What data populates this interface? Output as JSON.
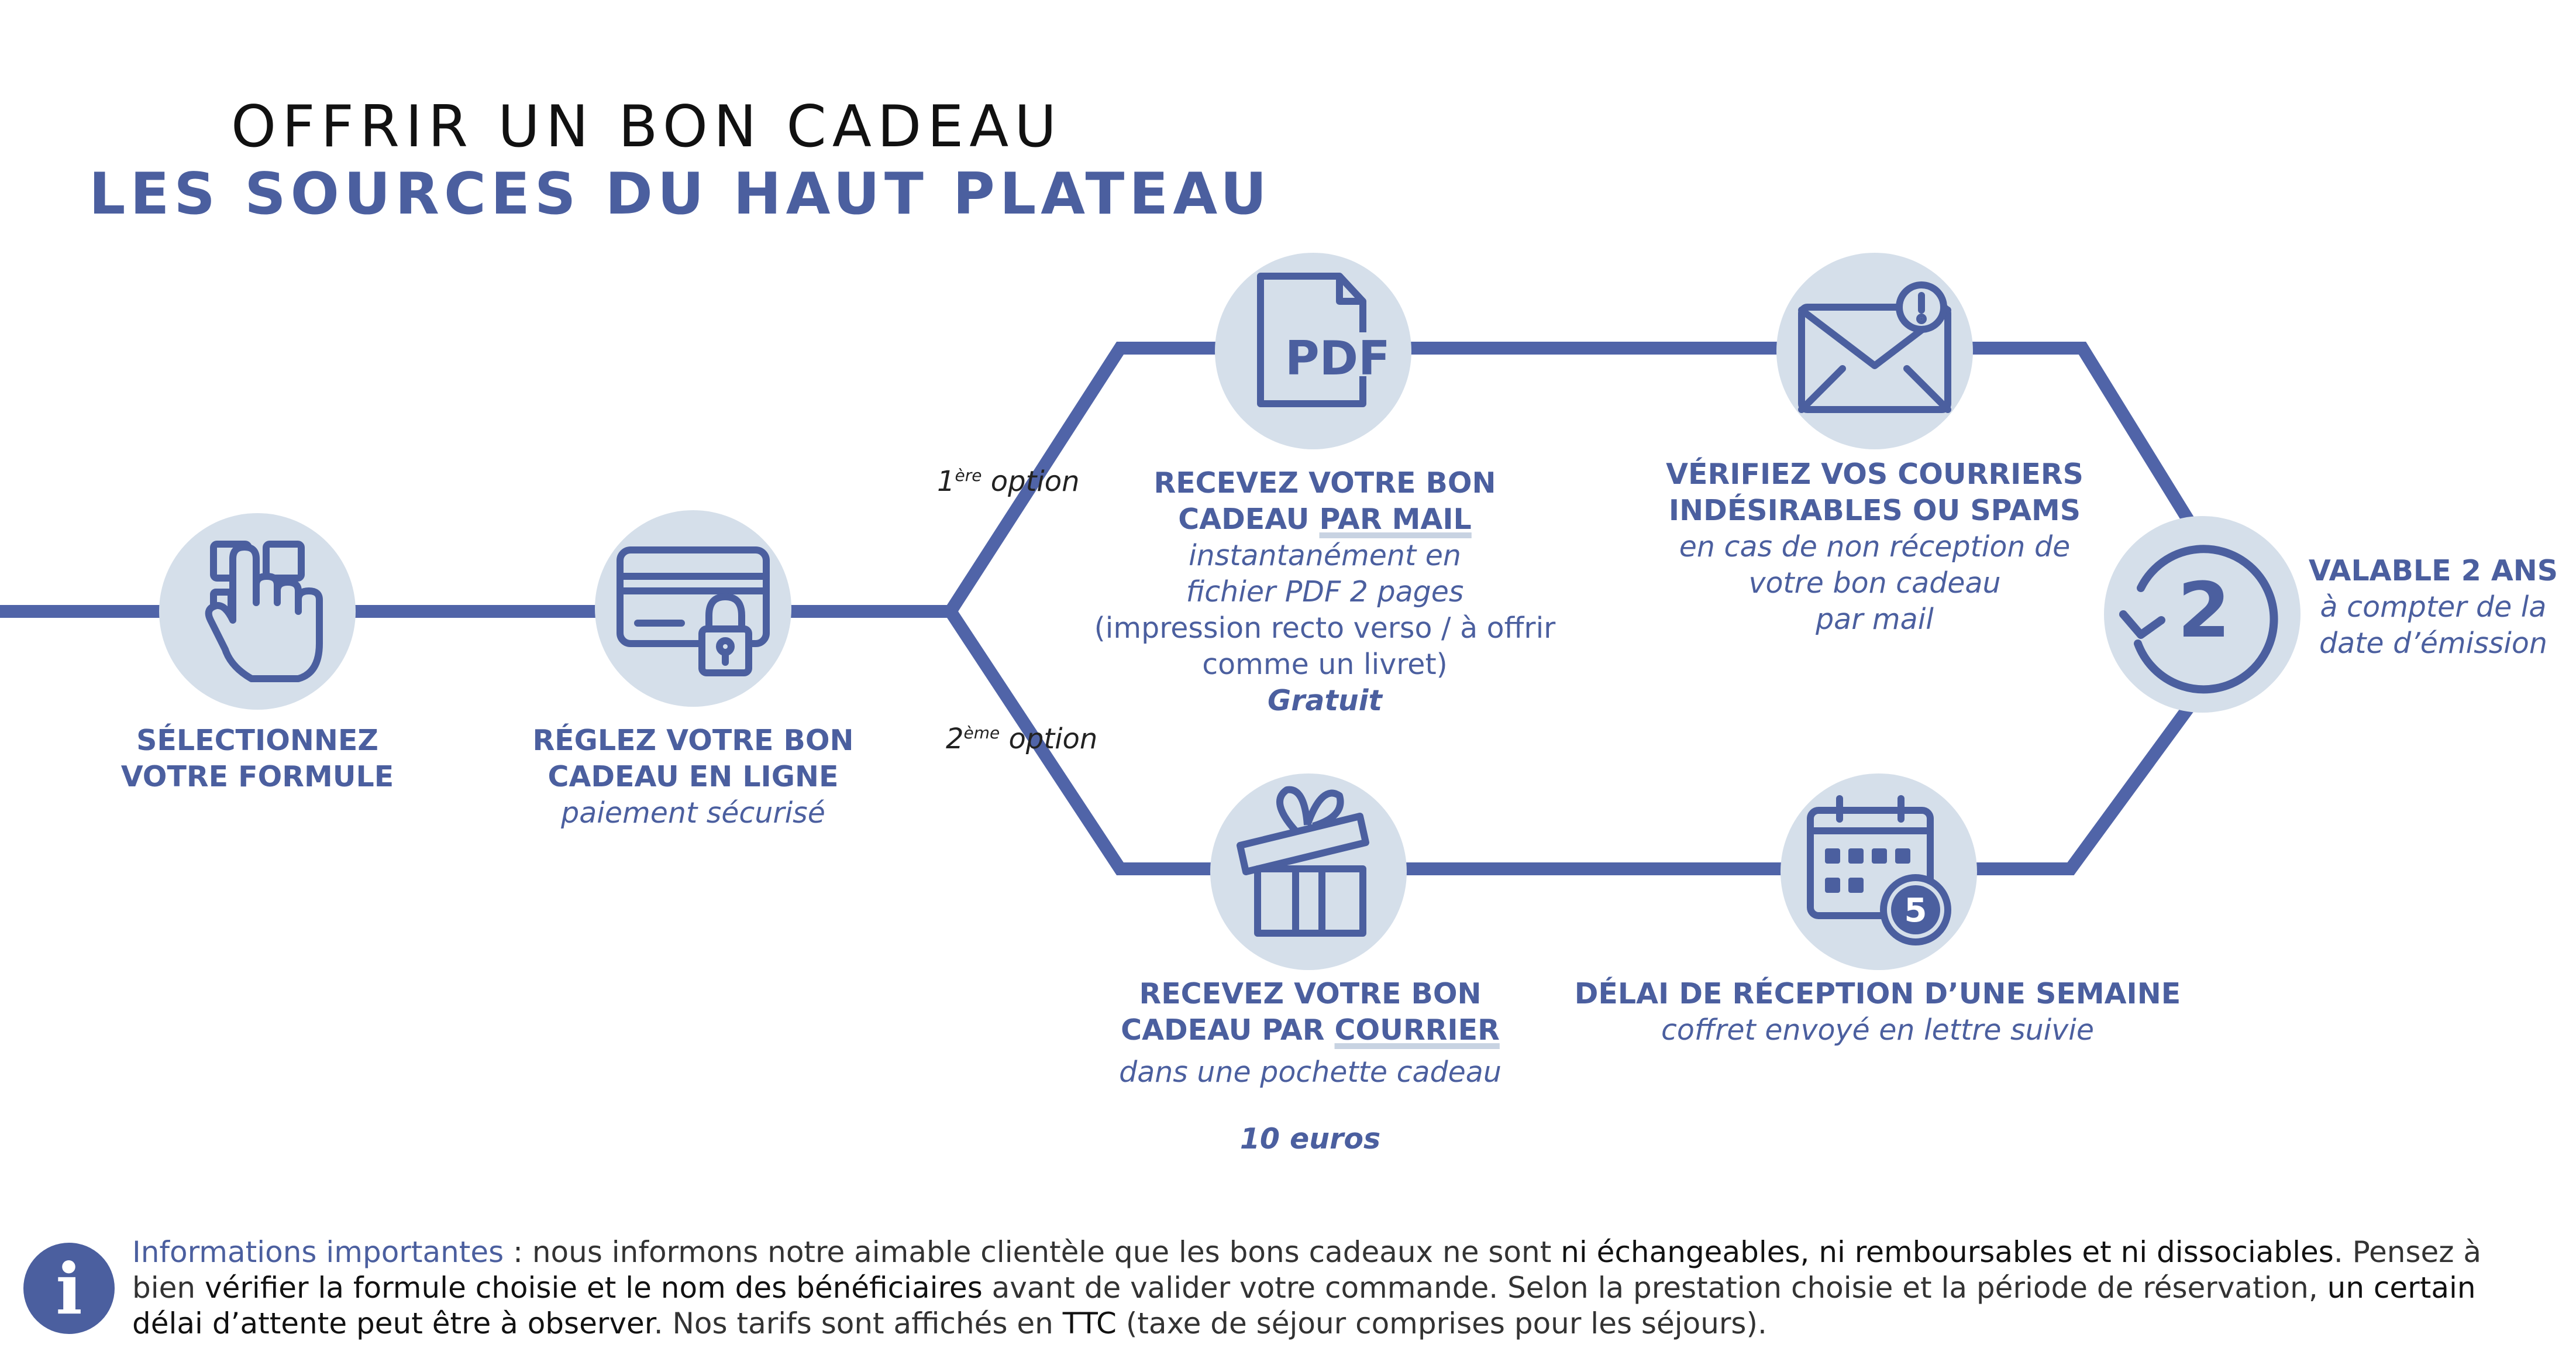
{
  "title": {
    "line1": "OFFRIR UN BON CADEAU",
    "line2": "LES SOURCES DU HAUT PLATEAU"
  },
  "colors": {
    "accent": "#4b5f9f",
    "circle": "#d5dfea",
    "line": "#5064a8"
  },
  "options": {
    "first": {
      "num": "1",
      "sup": "ère",
      "label": " option"
    },
    "second": {
      "num": "2",
      "sup": "ème",
      "label": " option"
    }
  },
  "steps": {
    "select": {
      "icon": "touch-select-icon",
      "l1": "SÉLECTIONNEZ",
      "l2": "VOTRE FORMULE"
    },
    "pay": {
      "icon": "card-lock-icon",
      "l1": "RÉGLEZ VOTRE BON",
      "l2": "CADEAU EN LIGNE",
      "sub": "paiement sécurisé"
    },
    "mail": {
      "icon": "pdf-file-icon",
      "l1": "RECEVEZ VOTRE BON",
      "l2a": "CADEAU ",
      "l2b": "PAR MAIL",
      "s1": "instantanément en",
      "s2": "fichier PDF 2 pages",
      "s3": "(impression recto verso / à offrir",
      "s4": "comme un livret)",
      "price": "Gratuit"
    },
    "spam": {
      "icon": "envelope-alert-icon",
      "l1": "VÉRIFIEZ VOS COURRIERS",
      "l2": "INDÉSIRABLES OU SPAMS",
      "s1": "en cas de non réception de",
      "s2": "votre bon cadeau",
      "s3": "par mail"
    },
    "post": {
      "icon": "gift-box-icon",
      "l1": "RECEVEZ VOTRE BON",
      "l2a": "CADEAU PAR ",
      "l2b": "COURRIER",
      "s1": "dans une pochette cadeau",
      "price": "10 euros"
    },
    "delay": {
      "icon": "calendar-icon",
      "badge": "5",
      "l1": "DÉLAI DE RÉCEPTION D’UNE SEMAINE",
      "s1": "coffret envoyé en lettre suivie"
    },
    "valid": {
      "icon": "renew-two-icon",
      "badge": "2",
      "l1": "VALABLE 2 ANS",
      "s1": "à compter de la",
      "s2": "date d’émission"
    }
  },
  "info": {
    "icon": "info-icon",
    "glyph": "i",
    "p1": "Informations importantes",
    "p2": " : nous informons notre aimable clientèle que les bons cadeaux ne sont ",
    "p3": "ni échangeables, ni remboursables et ni dissociables",
    "p4": ". Pensez à bien ",
    "p5": "vérifier la formule choisie et le nom des bénéficiaires",
    "p6": " avant de valider votre commande. Selon la prestation choisie et la période de réservation, ",
    "p7": "un certain délai d’attente peut être à observer",
    "p8": ". Nos tarifs sont affichés en ",
    "p9": "TTC",
    "p10": " (taxe de séjour comprises pour les séjours)."
  }
}
